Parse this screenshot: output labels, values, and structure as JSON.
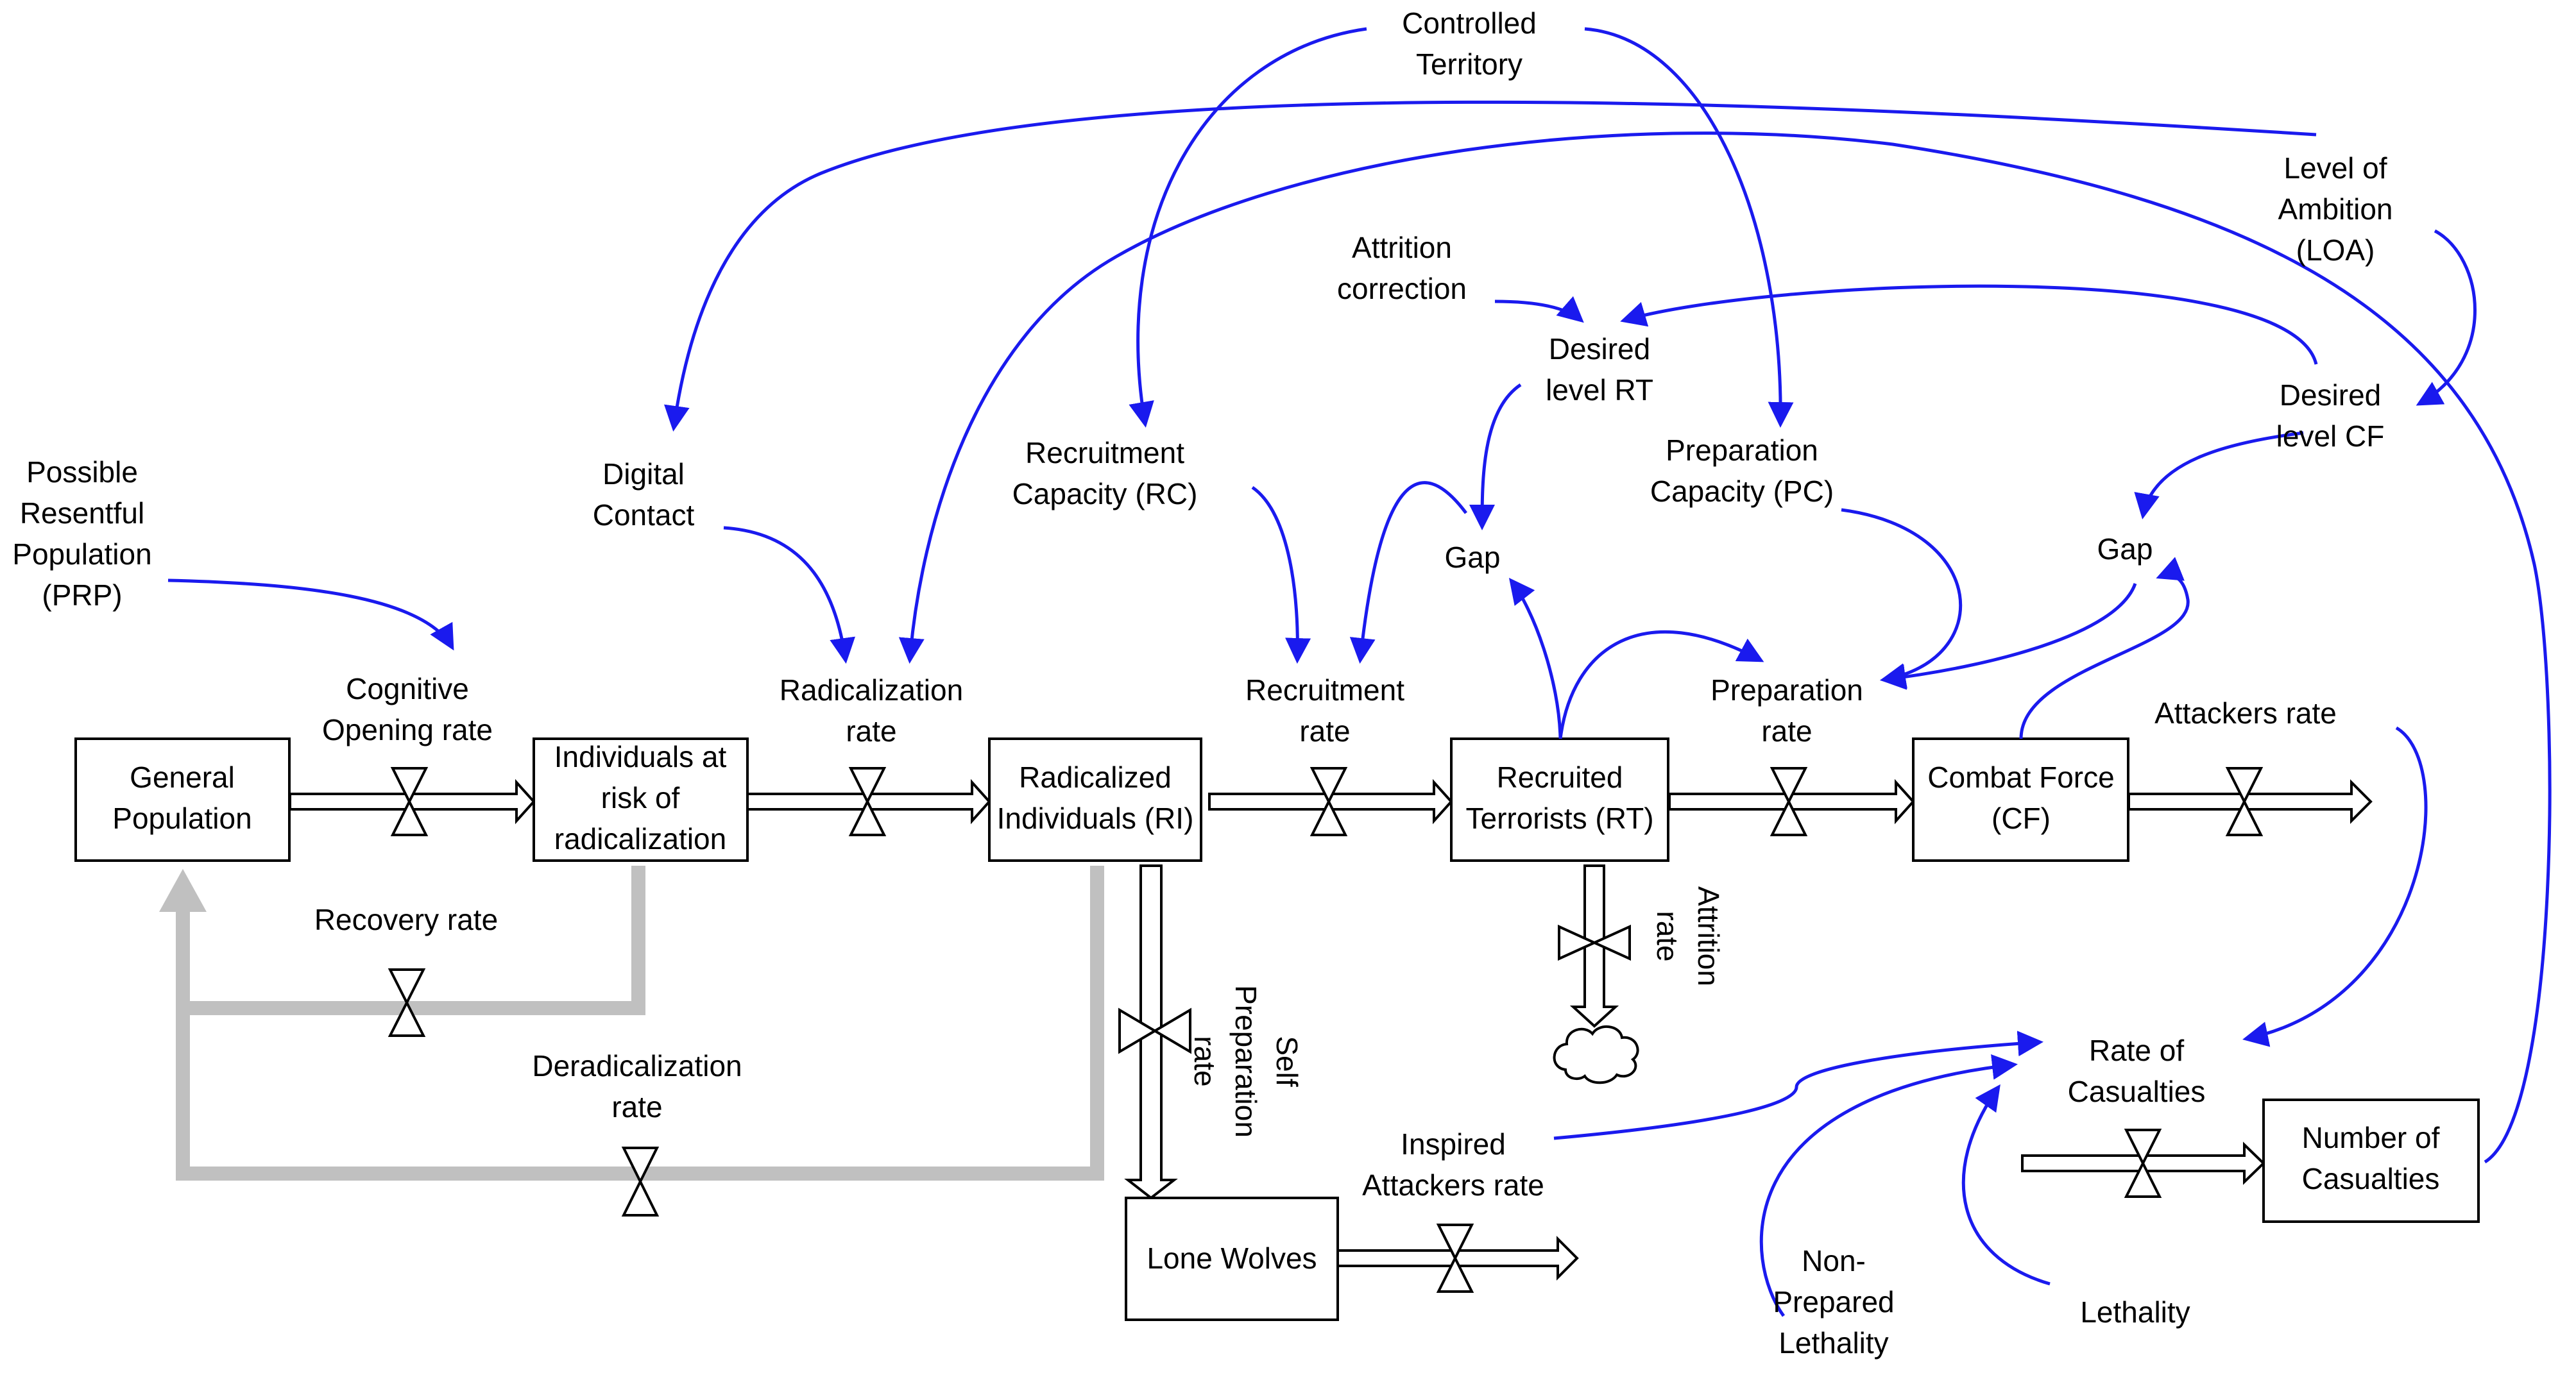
{
  "colors": {
    "link": "#1a1aee",
    "return_flow": "#c0c0c0",
    "stock_border": "#000000"
  },
  "icons": {
    "valve": "bowtie-valve-icon",
    "sink": "cloud-icon",
    "arrow": "arrowhead-icon"
  },
  "stocks": {
    "general_population": [
      "General",
      "Population"
    ],
    "at_risk": [
      "Individuals at",
      "risk of",
      "radicalization"
    ],
    "radicalized": [
      "Radicalized",
      "Individuals (RI)"
    ],
    "recruited": [
      "Recruited",
      "Terrorists (RT)"
    ],
    "combat_force": [
      "Combat Force",
      "(CF)"
    ],
    "lone_wolves": [
      "Lone Wolves"
    ],
    "casualties": [
      "Number of",
      "Casualties"
    ]
  },
  "flows": {
    "cognitive_opening": [
      "Cognitive",
      "Opening rate"
    ],
    "radicalization": [
      "Radicalization",
      "rate"
    ],
    "recruitment": [
      "Recruitment",
      "rate"
    ],
    "preparation": [
      "Preparation",
      "rate"
    ],
    "attackers": [
      "Attackers rate"
    ],
    "recovery": [
      "Recovery rate"
    ],
    "deradicalization": [
      "Deradicalization",
      "rate"
    ],
    "self_preparation": [
      "Self",
      "Preparation",
      "rate"
    ],
    "attrition": [
      "Attrition",
      "rate"
    ],
    "inspired_attackers": [
      "Inspired",
      "Attackers rate"
    ],
    "rate_of_casualties": [
      "Rate of",
      "Casualties"
    ]
  },
  "variables": {
    "prp": [
      "Possible",
      "Resentful",
      "Population",
      "(PRP)"
    ],
    "digital_contact": [
      "Digital",
      "Contact"
    ],
    "controlled_territory": [
      "Controlled",
      "Territory"
    ],
    "recruitment_capacity": [
      "Recruitment",
      "Capacity (RC)"
    ],
    "attrition_correction": [
      "Attrition",
      "correction"
    ],
    "desired_level_rt": [
      "Desired",
      "level RT"
    ],
    "gap_rt": [
      "Gap"
    ],
    "preparation_capacity": [
      "Preparation",
      "Capacity (PC)"
    ],
    "level_of_ambition": [
      "Level of",
      "Ambition",
      "(LOA)"
    ],
    "desired_level_cf": [
      "Desired",
      "level CF"
    ],
    "gap_cf": [
      "Gap"
    ],
    "non_prepared_lethality": [
      "Non-",
      "Prepared",
      "Lethality"
    ],
    "lethality": [
      "Lethality"
    ]
  }
}
